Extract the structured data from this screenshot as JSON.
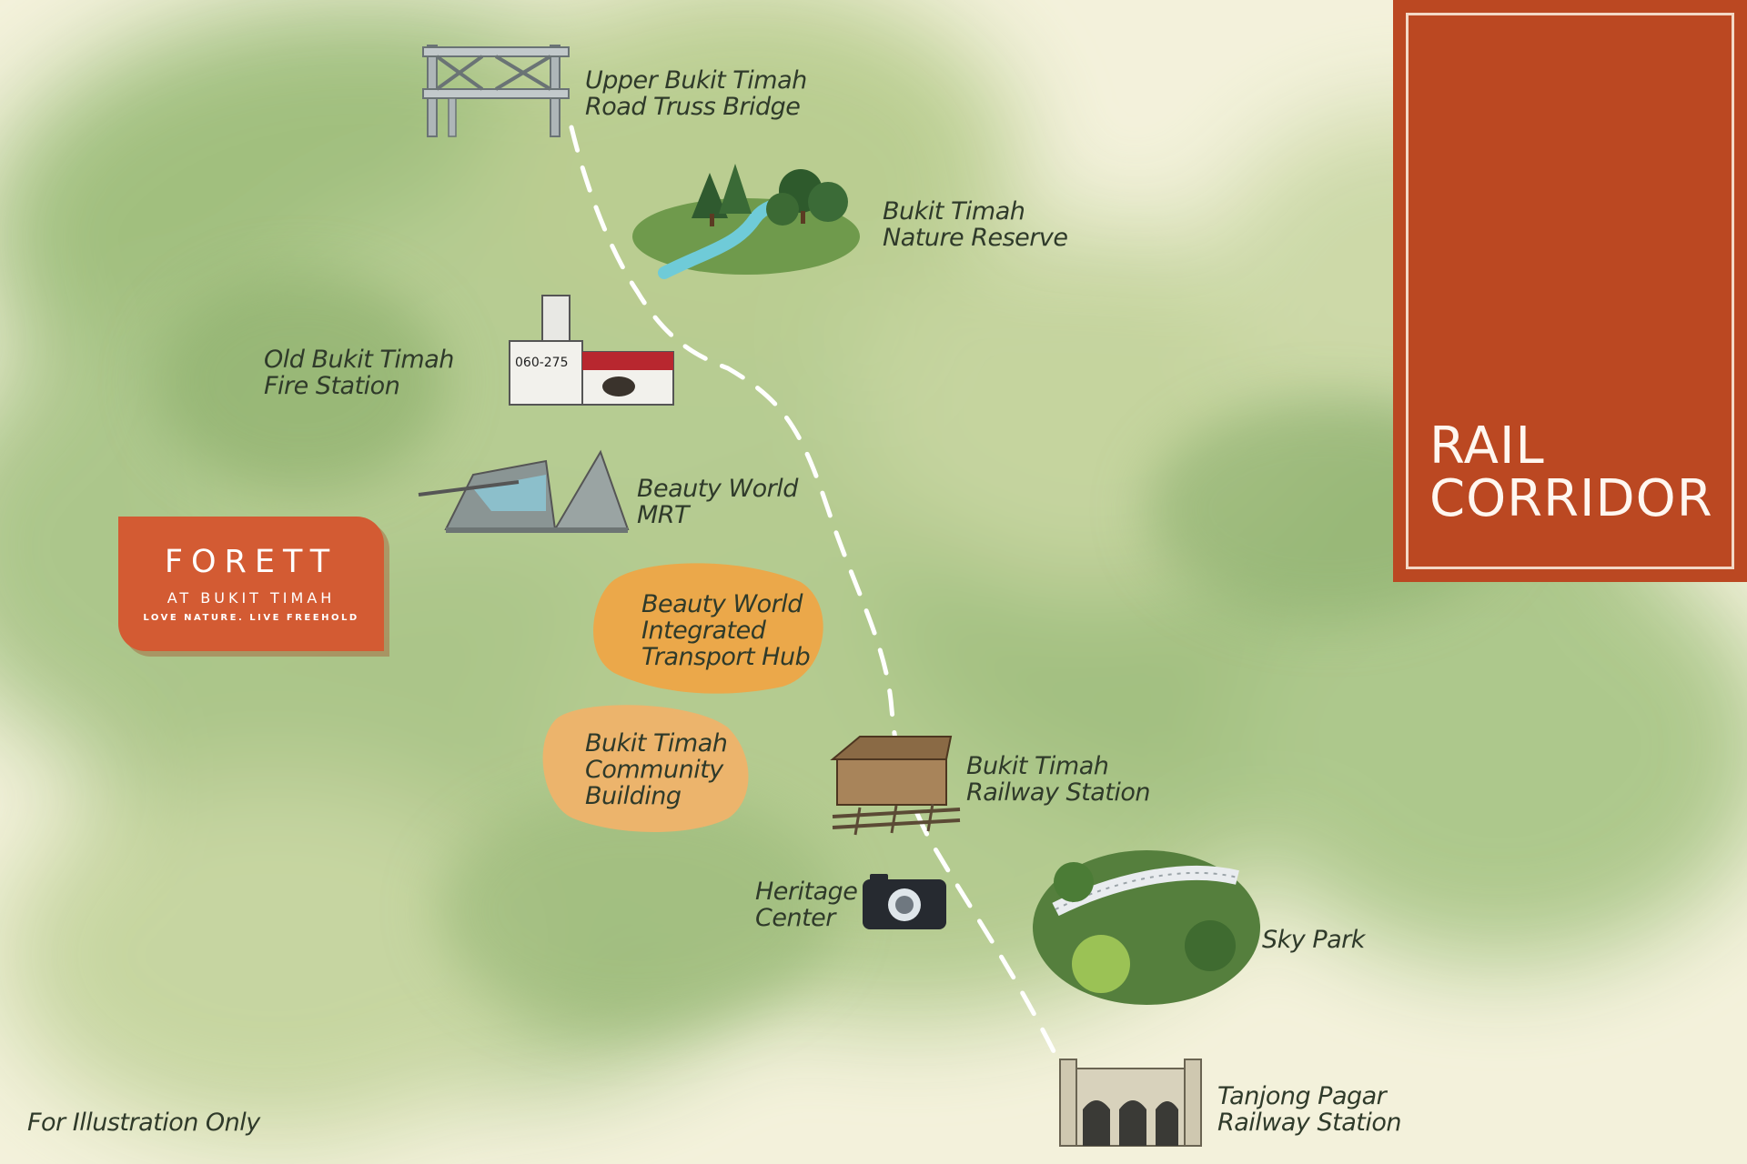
{
  "rail_corridor": {
    "lines": [
      "RAIL",
      "CORRIDOR"
    ]
  },
  "brand": {
    "name": "FORETT",
    "subtitle": "AT BUKIT TIMAH",
    "tagline": "LOVE NATURE. LIVE FREEHOLD"
  },
  "landmarks": [
    {
      "id": "truss-bridge",
      "lines": [
        "Upper Bukit Timah",
        "Road Truss Bridge"
      ],
      "icon": "bridge-icon"
    },
    {
      "id": "nature-reserve",
      "lines": [
        "Bukit Timah",
        "Nature Reserve"
      ],
      "icon": "forest-icon"
    },
    {
      "id": "fire-station",
      "lines": [
        "Old Bukit Timah",
        "Fire Station"
      ],
      "icon": "fire-station-icon",
      "sign_text": "060-275"
    },
    {
      "id": "beauty-world-mrt",
      "lines": [
        "Beauty World",
        "MRT"
      ],
      "icon": "mrt-station-icon"
    },
    {
      "id": "transport-hub",
      "lines": [
        "Beauty World",
        "Integrated",
        "Transport Hub"
      ],
      "icon": "hub-blob"
    },
    {
      "id": "community-building",
      "lines": [
        "Bukit Timah",
        "Community",
        "Building"
      ],
      "icon": "community-blob"
    },
    {
      "id": "railway-station",
      "lines": [
        "Bukit Timah",
        "Railway Station"
      ],
      "icon": "railway-hut-icon"
    },
    {
      "id": "heritage-center",
      "lines": [
        "Heritage",
        "Center"
      ],
      "icon": "camera-icon"
    },
    {
      "id": "sky-park",
      "lines": [
        "Sky Park"
      ],
      "icon": "sky-park-icon"
    },
    {
      "id": "tanjong-pagar",
      "lines": [
        "Tanjong Pagar",
        "Railway Station"
      ],
      "icon": "tanjong-pagar-station-icon"
    }
  ],
  "disclaimer": "For Illustration Only",
  "colors": {
    "rail_box": "#bb4822",
    "brand_badge": "#d35b33",
    "hub_blob": "#eba84a",
    "community_blob": "#ecb46c",
    "trail": "#ffffff",
    "forest": "#8faf6a"
  }
}
